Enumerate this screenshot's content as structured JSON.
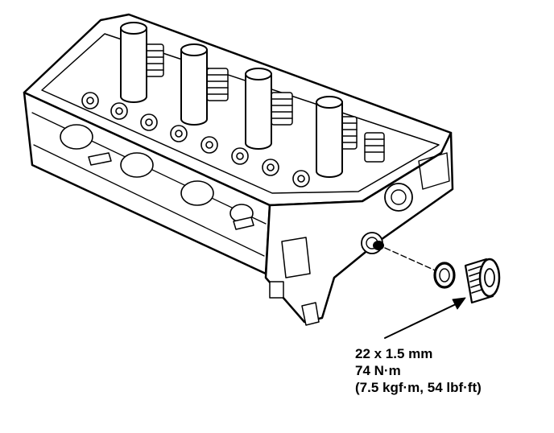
{
  "callout": {
    "thread_size": "22 x 1.5 mm",
    "torque_nm": "74 N·m",
    "torque_alt": "(7.5 kgf·m, 54 lbf·ft)"
  },
  "colors": {
    "ink": "#000000",
    "paper": "#ffffff"
  }
}
